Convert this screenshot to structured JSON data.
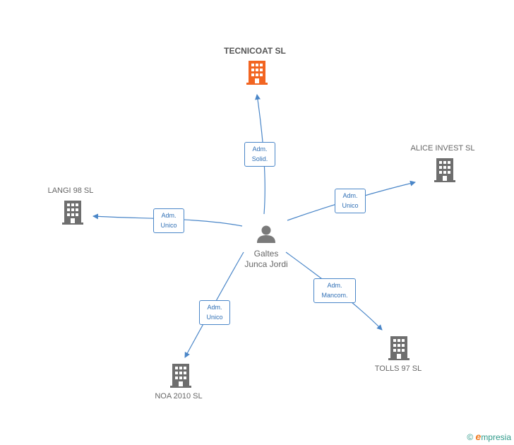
{
  "center": {
    "name_line1": "Galtes",
    "name_line2": "Junca Jordi",
    "icon": "person-icon"
  },
  "companies": {
    "tecnicoat": {
      "name": "TECNICOAT SL",
      "icon": "building-icon",
      "color": "#f26522"
    },
    "alice": {
      "name": "ALICE INVEST SL",
      "icon": "building-icon",
      "color": "#6e6e6e"
    },
    "langi": {
      "name": "LANGI 98  SL",
      "icon": "building-icon",
      "color": "#6e6e6e"
    },
    "noa": {
      "name": "NOA 2010 SL",
      "icon": "building-icon",
      "color": "#6e6e6e"
    },
    "tolls": {
      "name": "TOLLS 97 SL",
      "icon": "building-icon",
      "color": "#6e6e6e"
    }
  },
  "roles": {
    "tecnicoat": {
      "line1": "Adm.",
      "line2": "Solid."
    },
    "alice": {
      "line1": "Adm.",
      "line2": "Unico"
    },
    "langi": {
      "line1": "Adm.",
      "line2": "Unico"
    },
    "noa": {
      "line1": "Adm.",
      "line2": "Unico"
    },
    "tolls": {
      "line1": "Adm.",
      "line2": "Mancom."
    }
  },
  "edge_color": "#4a86c8",
  "footer": {
    "copyright": "©",
    "brand_initial": "e",
    "brand_rest": "mpresia"
  }
}
